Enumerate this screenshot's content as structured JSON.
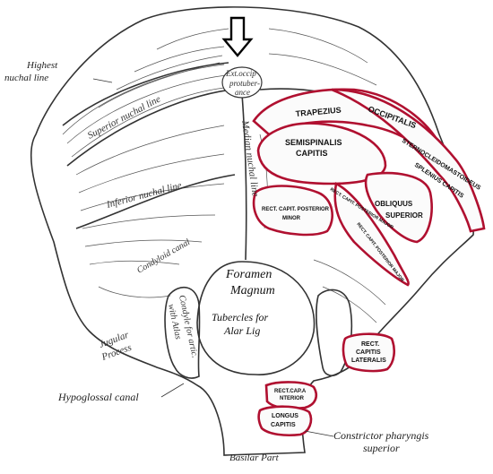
{
  "labels": {
    "highest_nuchal_line": [
      "Highest",
      "nuchal line"
    ],
    "superior_nuchal_line": "Superior nuchal line",
    "inferior_nuchal_line": "Inferior nuchal line",
    "median_nuchal_line": "Median nuchal line",
    "external_protuberance": [
      "Ext.occip",
      "protuber-",
      "ance"
    ],
    "condyloid_canal": "Condyloid canal",
    "condyle": [
      "Condyle for artic.",
      "with Atlas"
    ],
    "jugular_process": [
      "Jugular",
      "Process"
    ],
    "foramen_magnum": [
      "Foramen",
      "Magnum"
    ],
    "tubercles": [
      "Tubercles for",
      "Alar Lig"
    ],
    "hypoglossal_canal": "Hypoglossal canal",
    "basilar_part": "Basilar Part",
    "constrictor": [
      "Constrictor pharyngis",
      "superior"
    ]
  },
  "muscles": {
    "trapezius": "TRAPEZIUS",
    "occipitalis": "OCCIPITALIS",
    "semispinalis": [
      "SEMISPINALIS",
      "CAPITIS"
    ],
    "sternocleido": "STERNOCLEIDOMASTOIDEUS",
    "splenius": "SPLENIUS CAPITIS",
    "rect_cap_post_minor": [
      "RECT. CAPIT. POSTERIOR",
      "MINOR"
    ],
    "rect_cap_post_major_1": "RECT. CAPIT. POSTERIOR MAJOR",
    "rect_cap_post_major_2": "RECT. CAPIT. POSTERIOR MAJOR",
    "obliquus": [
      "OBLIQUUS",
      "SUPERIOR"
    ],
    "rect_cap_lateralis": [
      "RECT.",
      "CAPITIS",
      "LATERALIS"
    ],
    "rect_cap_anterior": [
      "RECT.CAP.A",
      "NTERIOR"
    ],
    "longus_capitis": [
      "LONGUS",
      "CAPITIS"
    ]
  },
  "colors": {
    "muscle_outline": "#b01030",
    "bone_line": "#333333",
    "arrow": "#000000"
  }
}
